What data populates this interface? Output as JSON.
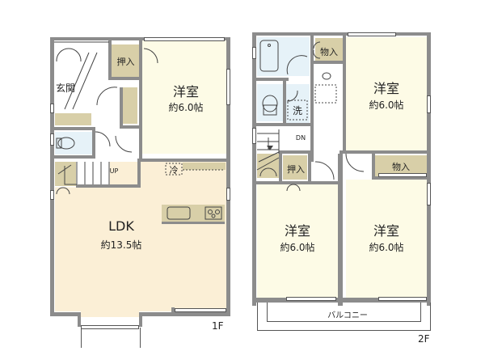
{
  "floor1": {
    "label": "1F",
    "rooms": {
      "western_room": {
        "name": "洋室",
        "size": "約6.0帖"
      },
      "ldk": {
        "name": "LDK",
        "size": "約13.5帖"
      },
      "entrance": {
        "name": "玄関"
      },
      "closet": {
        "name": "押入"
      },
      "fridge": {
        "name": "冷"
      },
      "stairs": {
        "name": "UP"
      }
    }
  },
  "floor2": {
    "label": "2F",
    "rooms": {
      "western_room_ne": {
        "name": "洋室",
        "size": "約6.0帖"
      },
      "western_room_sw": {
        "name": "洋室",
        "size": "約6.0帖"
      },
      "western_room_se": {
        "name": "洋室",
        "size": "約6.0帖"
      },
      "storage_top": {
        "name": "物入"
      },
      "storage_mid": {
        "name": "物入"
      },
      "closet": {
        "name": "押入"
      },
      "washroom": {
        "name": "洗"
      },
      "stairs": {
        "name": "DN"
      },
      "balcony": {
        "name": "バルコニー"
      }
    }
  },
  "colors": {
    "wall": "#8c8c8c",
    "bedroom": "#fdfbe6",
    "ldk": "#fbefd6",
    "storage": "#d8cfa8",
    "wet_area": "#e6f2f8"
  }
}
